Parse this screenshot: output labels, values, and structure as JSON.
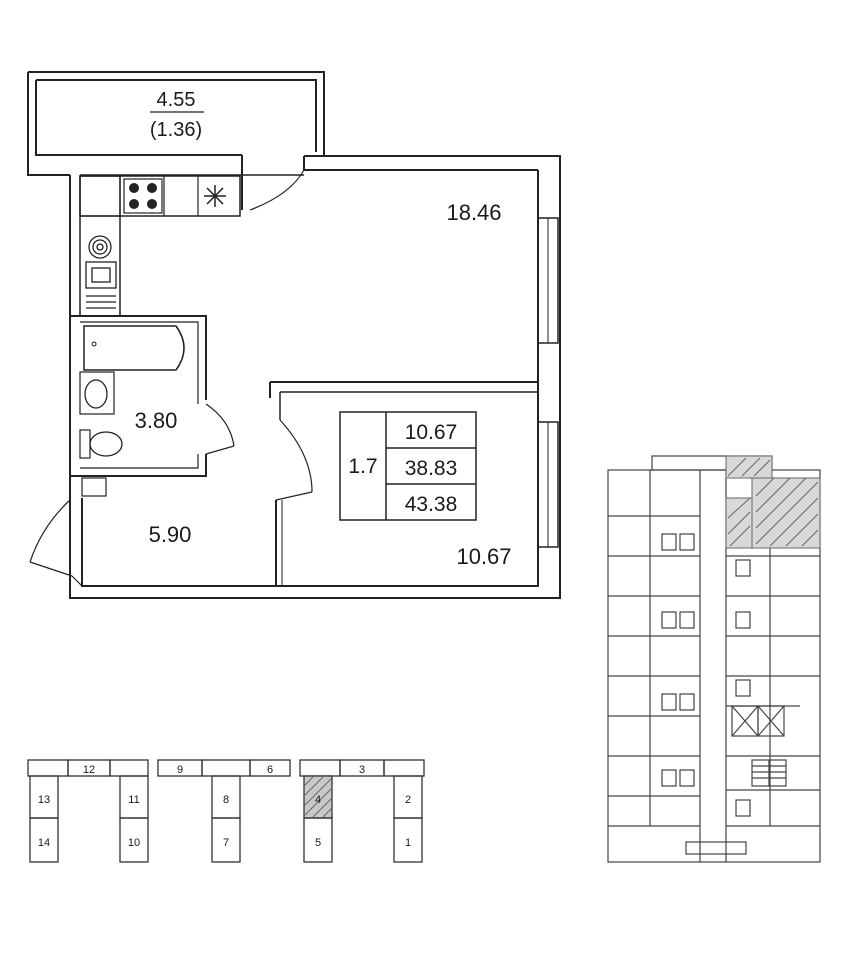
{
  "rooms": {
    "balcony_area": "4.55",
    "balcony_area_reduced": "(1.36)",
    "living_room": "18.46",
    "bedroom": "10.67",
    "bathroom": "3.80",
    "hallway": "5.90"
  },
  "summary": {
    "type": "1.7",
    "living": "10.67",
    "total": "38.83",
    "total_with_balcony": "43.38"
  },
  "section_numbers": [
    "12",
    "13",
    "14",
    "11",
    "10",
    "9",
    "6",
    "8",
    "7",
    "4",
    "5",
    "3",
    "2",
    "1"
  ]
}
